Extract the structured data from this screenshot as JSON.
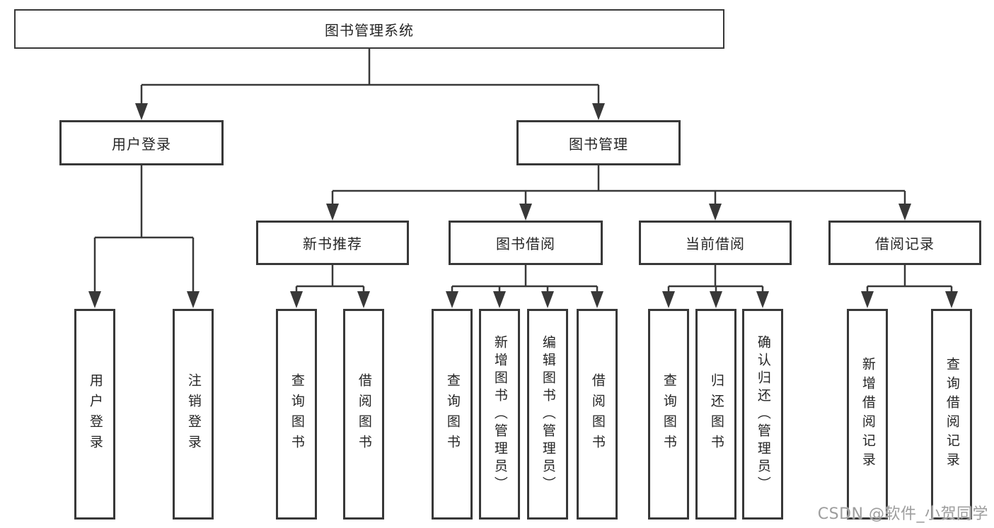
{
  "diagram_title": "图书管理系统",
  "tree": {
    "label": "图书管理系统",
    "children": [
      {
        "label": "用户登录",
        "children": [
          {
            "label": "用户登录"
          },
          {
            "label": "注销登录"
          }
        ]
      },
      {
        "label": "图书管理",
        "children": [
          {
            "label": "新书推荐",
            "children": [
              {
                "label": "查询图书"
              },
              {
                "label": "借阅图书"
              }
            ]
          },
          {
            "label": "图书借阅",
            "children": [
              {
                "label": "查询图书"
              },
              {
                "label": "新增图书（管理员）"
              },
              {
                "label": "编辑图书（管理员）"
              },
              {
                "label": "借阅图书"
              }
            ]
          },
          {
            "label": "当前借阅",
            "children": [
              {
                "label": "查询图书"
              },
              {
                "label": "归还图书"
              },
              {
                "label": "确认归还（管理员）"
              }
            ]
          },
          {
            "label": "借阅记录",
            "children": [
              {
                "label": "新增借阅记录"
              },
              {
                "label": "查询借阅记录"
              }
            ]
          }
        ]
      }
    ]
  },
  "watermark": {
    "text": "CSDN @软件_小贺同学"
  },
  "colors": {
    "line": "#383838",
    "text": "#262626",
    "box_background": "#ffffff",
    "watermark": "#9d9d9d",
    "page_background": "#ffffff"
  }
}
